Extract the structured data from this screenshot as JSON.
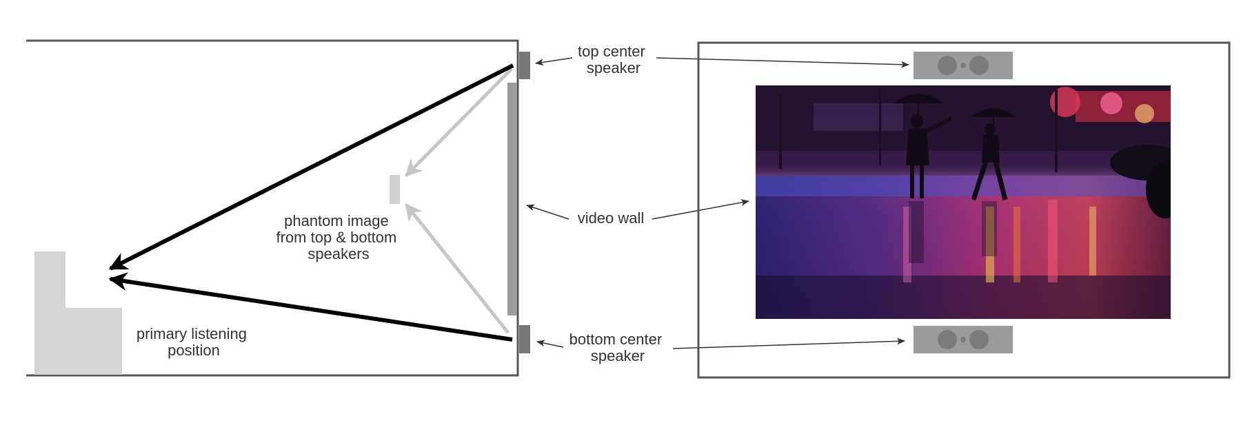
{
  "labels": {
    "top_center_speaker": [
      "top center",
      "speaker"
    ],
    "bottom_center_speaker": [
      "bottom center",
      "speaker"
    ],
    "video_wall": "video wall",
    "phantom_image": [
      "phantom image",
      "from top & bottom",
      "speakers"
    ],
    "primary_listening_position": [
      "primary listening",
      "position"
    ]
  },
  "colors": {
    "room_outline": "#555555",
    "speaker_side": "#777777",
    "speaker_front": "#9a9b9d",
    "speaker_driver": "#7a7b7d",
    "video_wall_side": "#9c9c9c",
    "listener": "#d3d4d6",
    "phantom": "#d0d0d0",
    "direct_arrow": "#000000",
    "phantom_arrow": "#c6c6c6",
    "callout": "#333333"
  },
  "icons": {
    "screen_image": "night-street-umbrella-photo"
  }
}
